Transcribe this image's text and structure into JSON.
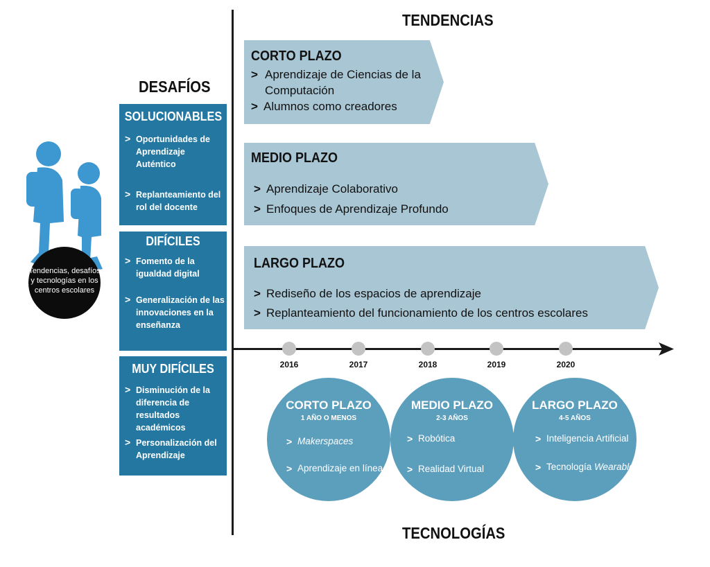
{
  "headings": {
    "trends": "TENDENCIAS",
    "challenges": "DESAFÍOS",
    "technologies": "TECNOLOGÍAS"
  },
  "chevron": ">",
  "intro": {
    "caption": "Tendencias, desafíos y tecnologías en los centros escolares",
    "silhouette_color": "#3d98d1"
  },
  "trends": [
    {
      "title": "CORTO PLAZO",
      "items": [
        "Aprendizaje de Ciencias de la Computación",
        "Alumnos como creadores"
      ]
    },
    {
      "title": "MEDIO PLAZO",
      "items": [
        "Aprendizaje Colaborativo",
        "Enfoques de Aprendizaje Profundo"
      ]
    },
    {
      "title": "LARGO PLAZO",
      "items": [
        "Rediseño de los espacios de aprendizaje",
        "Replanteamiento del funcionamiento de los centros escolares"
      ]
    }
  ],
  "challenges": [
    {
      "title": "SOLUCIONABLES",
      "items": [
        "Oportunidades de Aprendizaje Auténtico",
        "Replanteamiento del rol del docente"
      ]
    },
    {
      "title": "DIFÍCILES",
      "items": [
        "Fomento de la igualdad digital",
        "Generalización de las innovaciones en la enseñanza"
      ]
    },
    {
      "title": "MUY DIFÍCILES",
      "items": [
        "Disminución de la diferencia de resultados académicos",
        "Personalización del Aprendizaje"
      ]
    }
  ],
  "timeline": {
    "years": [
      "2016",
      "2017",
      "2018",
      "2019",
      "2020"
    ]
  },
  "technologies": [
    {
      "title": "CORTO PLAZO",
      "subtitle": "1 AÑO O MENOS",
      "items": [
        "Makerspaces",
        "Aprendizaje en línea"
      ]
    },
    {
      "title": "MEDIO PLAZO",
      "subtitle": "2-3 AÑOS",
      "items": [
        "Robótica",
        "Realidad Virtual"
      ]
    },
    {
      "title": "LARGO PLAZO",
      "subtitle": "4-5 AÑOS",
      "items_a": [
        "Inteligencia Artificial"
      ],
      "tech_prefix": "Tecnología ",
      "tech_italic": "Wearable"
    }
  ],
  "colors": {
    "trend_fill": "#a9c6d4",
    "challenge_fill": "#2377a0",
    "tech_fill": "#5c9fbd",
    "axis": "#1a1a1a",
    "tick": "#c3c3c3"
  }
}
